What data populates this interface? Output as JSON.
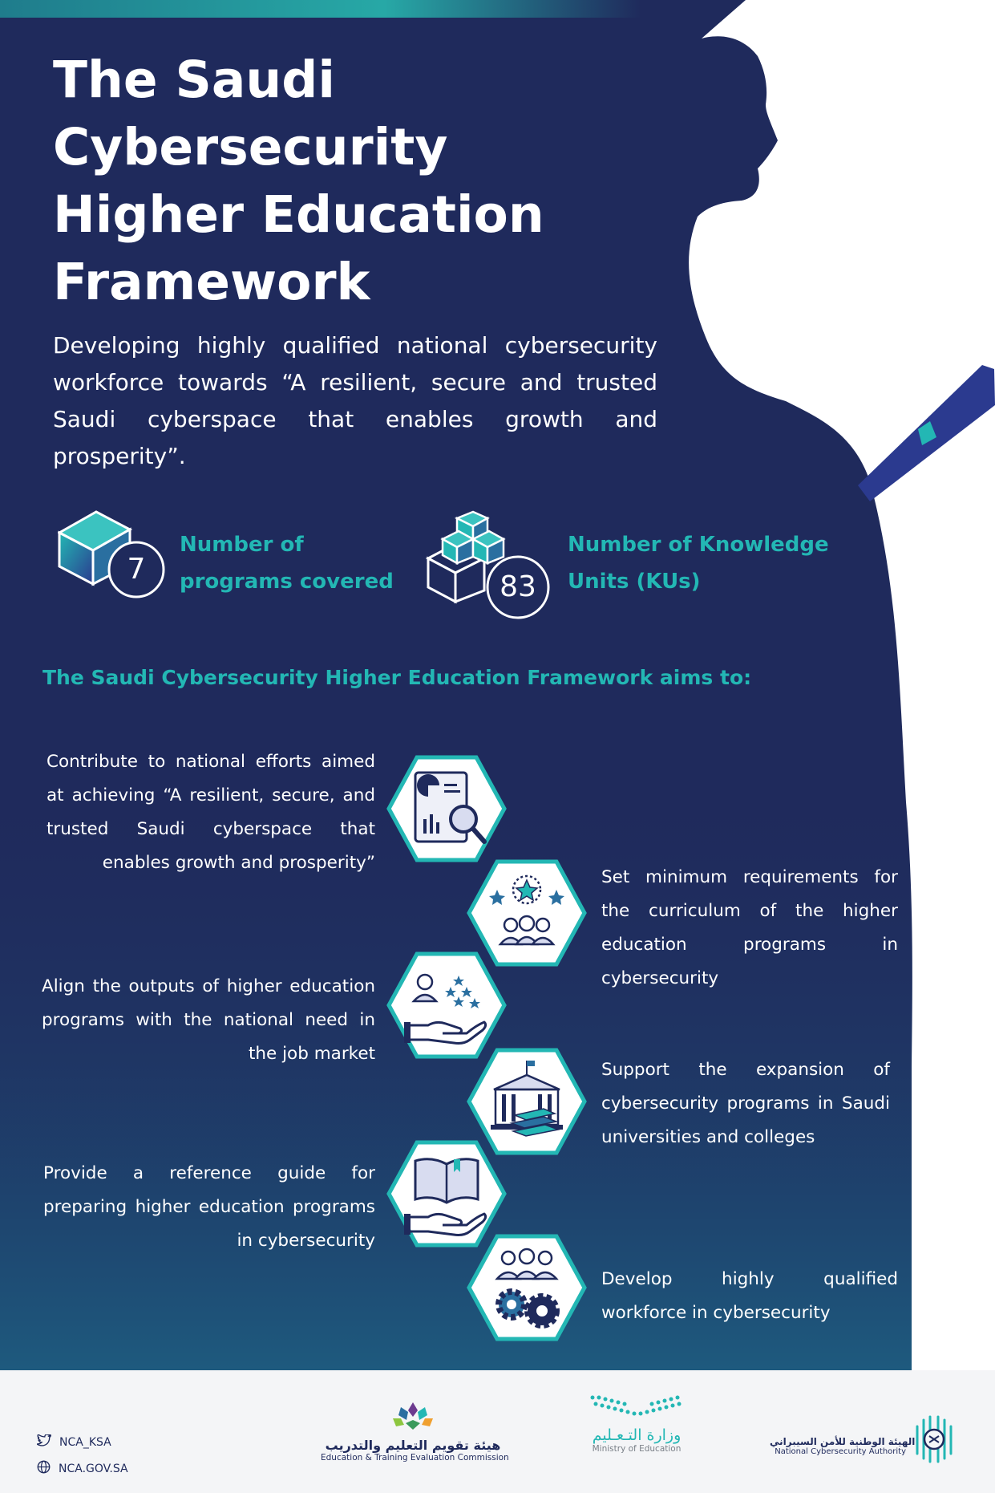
{
  "title": "The Saudi Cybersecurity Higher Education Framework",
  "subtitle": "Developing highly qualified national cybersecurity workforce towards “A resilient, secure and trusted Saudi cyberspace that enables growth and prosperity”.",
  "colors": {
    "background": "#1f2a5c",
    "accent": "#23b7b4",
    "silhouette": "#ffffff",
    "footer": "#f4f5f7"
  },
  "stats": [
    {
      "value": "7",
      "label_line1": "Number of",
      "label_line2": "programs covered",
      "icon": "cube-icon"
    },
    {
      "value": "83",
      "label_line1": "Number of Knowledge",
      "label_line2": "Units (KUs)",
      "icon": "stacked-boxes-icon"
    }
  ],
  "aims_heading": "The Saudi Cybersecurity Higher Education Framework aims to:",
  "aims": [
    {
      "text": "Contribute to national efforts aimed at achieving “A resilient, secure, and trusted Saudi cyberspace that enables growth and prosperity”",
      "icon": "report-magnifier-icon"
    },
    {
      "text": "Set minimum requirements for the curriculum of the higher education programs in cybersecurity",
      "icon": "students-stars-icon"
    },
    {
      "text": "Align the outputs of higher education programs with the national need in the job market",
      "icon": "hand-person-stars-icon"
    },
    {
      "text": "Support the expansion of cybersecurity programs in Saudi universities and colleges",
      "icon": "university-books-icon"
    },
    {
      "text": "Provide a reference guide for preparing higher education programs in cybersecurity",
      "icon": "hand-book-icon"
    },
    {
      "text": "Develop highly qualified workforce in cybersecurity",
      "icon": "people-gears-icon"
    }
  ],
  "footer": {
    "twitter": "NCA_KSA",
    "website": "NCA.GOV.SA",
    "etec_ar": "هيئة تقويم التعليم والتدريب",
    "etec_en": "Education & Training Evaluation Commission",
    "moe_ar": "وزارة التـعـليم",
    "moe_en": "Ministry of Education",
    "nca_ar": "الهيئة الوطنية للأمن السيبراني",
    "nca_en": "National Cybersecurity Authority"
  }
}
